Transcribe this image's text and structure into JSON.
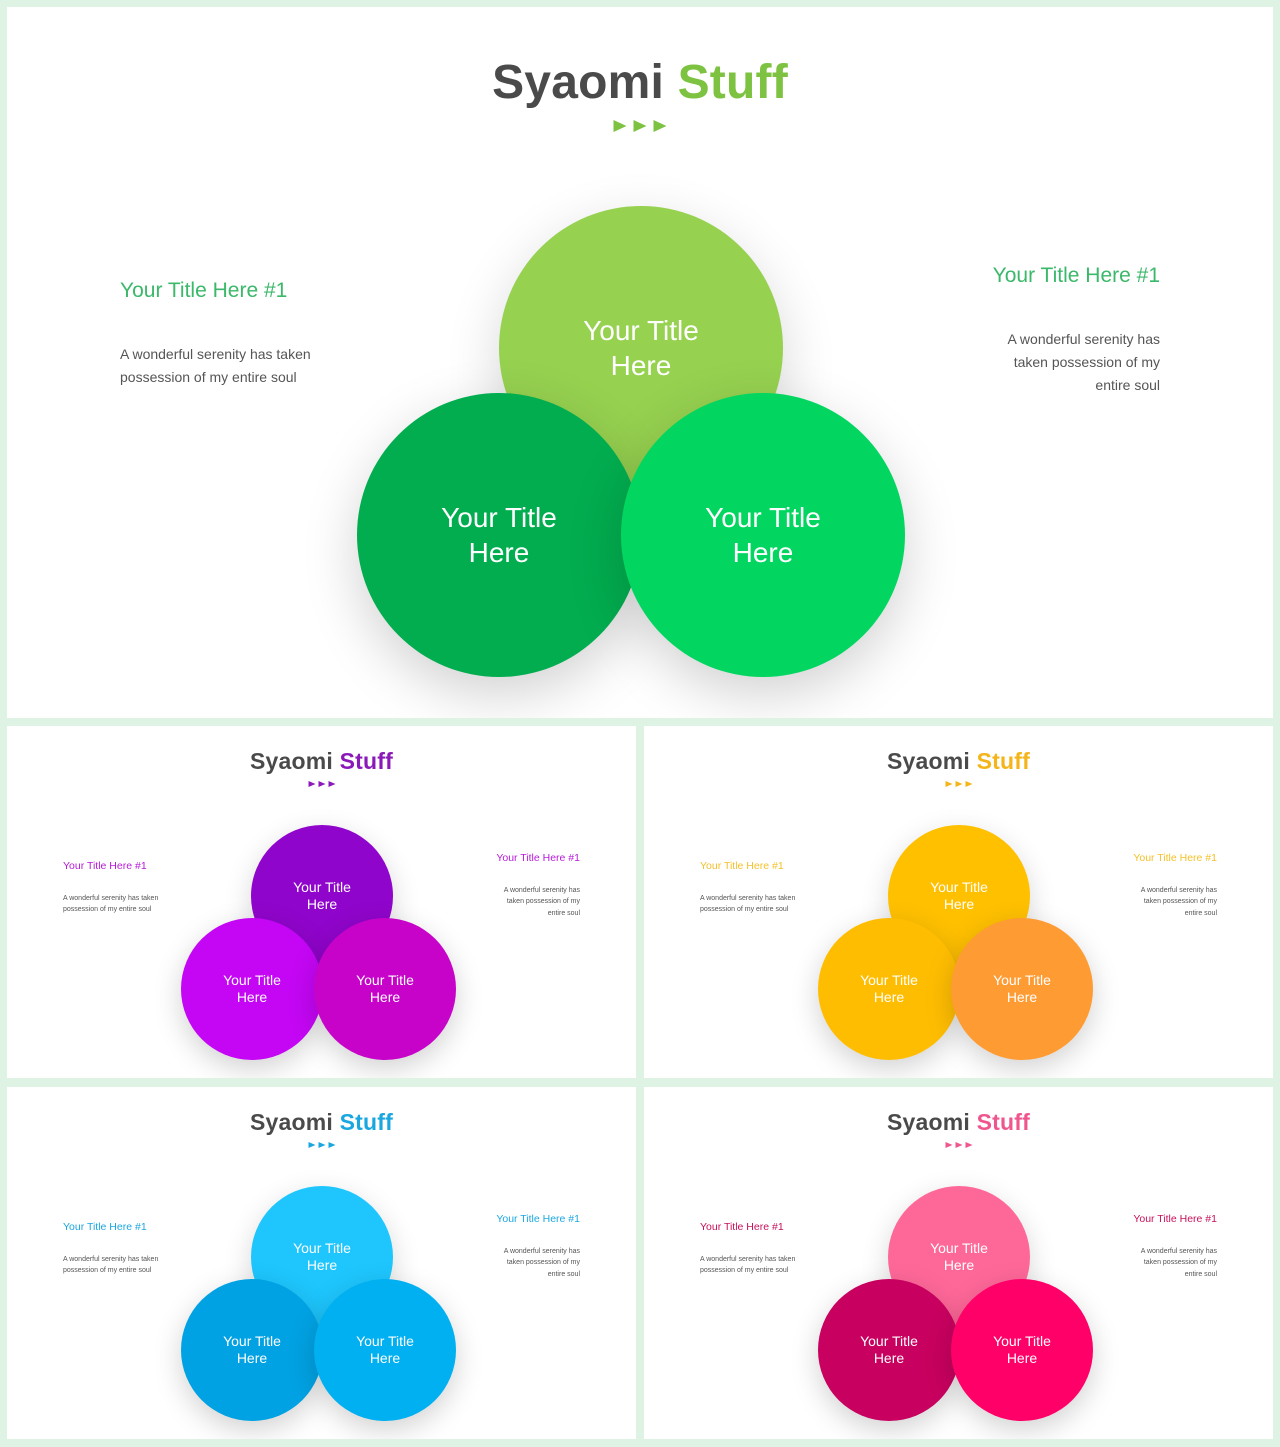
{
  "brand_word": "Syaomi",
  "accent_word": "Stuff",
  "slides": [
    {
      "id": "green",
      "accent_color": "#7dc241",
      "side_title_color": "#3bb86a",
      "left": {
        "title": "Your Title Here #1",
        "body": "A wonderful serenity has taken possession of my entire soul"
      },
      "right": {
        "title": "Your Title Here #1",
        "body": "A wonderful serenity has taken possession of my entire soul"
      },
      "circles": [
        {
          "label": "Your Title Here",
          "color": "#96d150"
        },
        {
          "label": "Your Title Here",
          "color": "#02ad4f"
        },
        {
          "label": "Your Title Here",
          "color": "#02d660"
        }
      ]
    },
    {
      "id": "purple",
      "accent_color": "#8a19b8",
      "side_title_color": "#b61bd8",
      "left": {
        "title": "Your Title Here #1",
        "body": "A wonderful serenity has taken possession of my entire soul"
      },
      "right": {
        "title": "Your Title Here #1",
        "body": "A wonderful serenity has taken possession of my entire soul"
      },
      "circles": [
        {
          "label": "Your Title Here",
          "color": "#9005cb"
        },
        {
          "label": "Your Title Here",
          "color": "#c406f4"
        },
        {
          "label": "Your Title Here",
          "color": "#c703c9"
        }
      ]
    },
    {
      "id": "orange",
      "accent_color": "#f3b51a",
      "side_title_color": "#f3c12a",
      "left": {
        "title": "Your Title Here #1",
        "body": "A wonderful serenity has taken possession of my entire soul"
      },
      "right": {
        "title": "Your Title Here #1",
        "body": "A wonderful serenity has taken possession of my entire soul"
      },
      "circles": [
        {
          "label": "Your Title Here",
          "color": "#ffc000"
        },
        {
          "label": "Your Title Here",
          "color": "#ffbd02"
        },
        {
          "label": "Your Title Here",
          "color": "#ff9b33"
        }
      ]
    },
    {
      "id": "blue",
      "accent_color": "#1aa7e0",
      "side_title_color": "#1aa7e0",
      "left": {
        "title": "Your Title Here #1",
        "body": "A wonderful serenity has taken possession of my entire soul"
      },
      "right": {
        "title": "Your Title Here #1",
        "body": "A wonderful serenity has taken possession of my entire soul"
      },
      "circles": [
        {
          "label": "Your Title Here",
          "color": "#1ec6fd"
        },
        {
          "label": "Your Title Here",
          "color": "#00a2e3"
        },
        {
          "label": "Your Title Here",
          "color": "#00b0f1"
        }
      ]
    },
    {
      "id": "pink",
      "accent_color": "#f0568e",
      "side_title_color": "#c8105a",
      "left": {
        "title": "Your Title Here #1",
        "body": "A wonderful serenity has taken possession of my entire soul"
      },
      "right": {
        "title": "Your Title Here #1",
        "body": "A wonderful serenity has taken possession of my entire soul"
      },
      "circles": [
        {
          "label": "Your Title Here",
          "color": "#fe6899"
        },
        {
          "label": "Your Title Here",
          "color": "#c8005f"
        },
        {
          "label": "Your Title Here",
          "color": "#ff0068"
        }
      ]
    }
  ]
}
